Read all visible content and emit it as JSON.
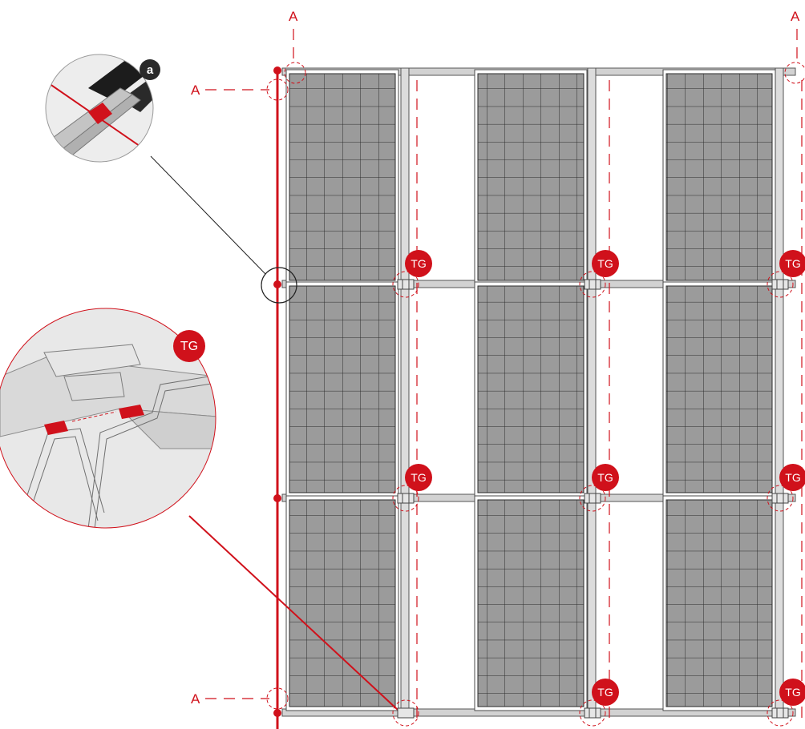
{
  "section_labels": {
    "top_left": "A",
    "top_right": "A",
    "side_upper": "A",
    "side_lower": "A"
  },
  "detail_a": {
    "badge": "a"
  },
  "detail_tg": {
    "badge": "TG"
  },
  "tg_markers": [
    "TG",
    "TG",
    "TG",
    "TG",
    "TG",
    "TG",
    "TG",
    "TG"
  ],
  "colors": {
    "accent": "#d0111b",
    "panel": "#9a9a9a",
    "frame": "#ffffff",
    "rail": "#c8c8c8"
  }
}
